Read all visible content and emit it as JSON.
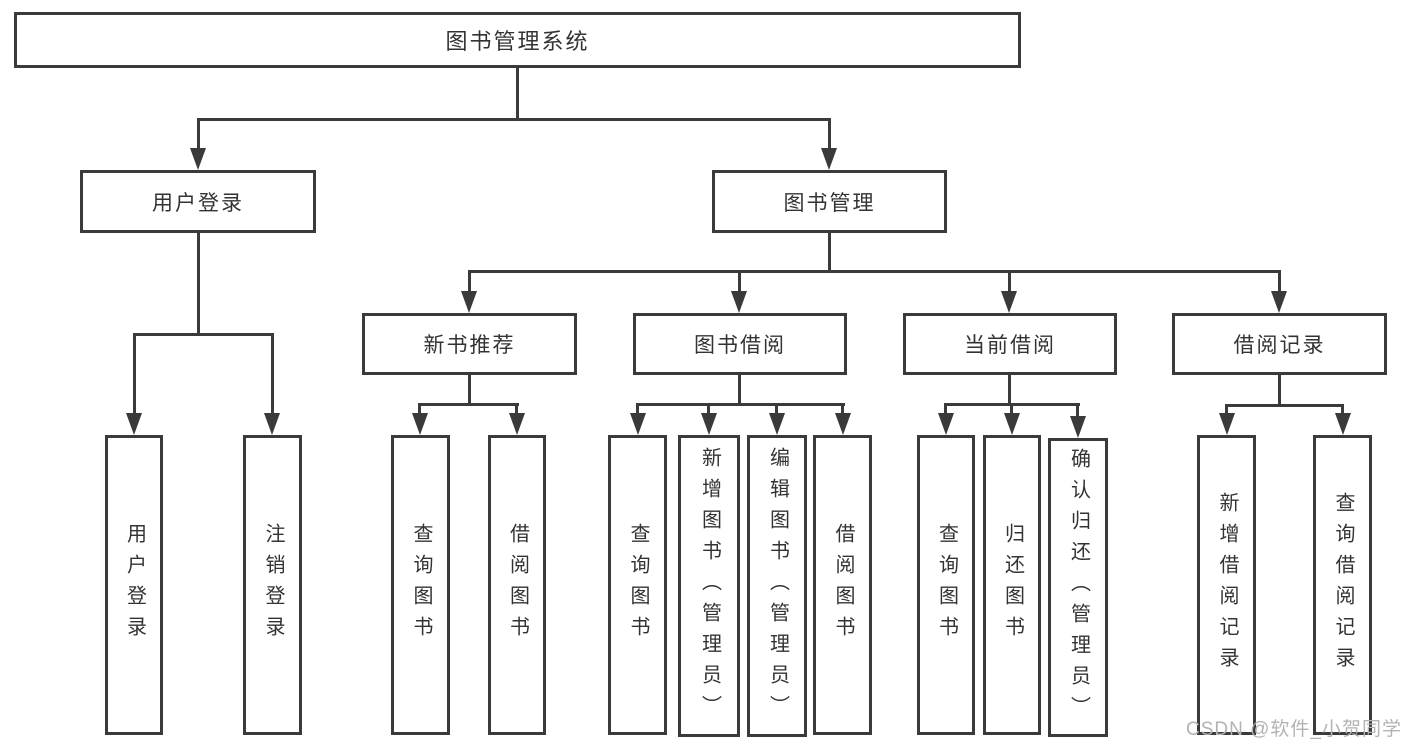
{
  "diagram": {
    "title": "图书管理系统",
    "root": "图书管理系统",
    "level2": [
      "用户登录",
      "图书管理"
    ],
    "level3": [
      "新书推荐",
      "图书借阅",
      "当前借阅",
      "借阅记录"
    ],
    "leaves": [
      "用户登录",
      "注销登录",
      "查询图书",
      "借阅图书",
      "查询图书",
      "新增图书（管理员）",
      "编辑图书（管理员）",
      "借阅图书",
      "查询图书",
      "归还图书",
      "确认归还（管理员）",
      "新增借阅记录",
      "查询借阅记录"
    ]
  },
  "watermark": "CSDN @软件_小贺同学",
  "colors": {
    "line": "#3a3a3a",
    "text": "#333333",
    "watermark": "#b3b3b3"
  }
}
